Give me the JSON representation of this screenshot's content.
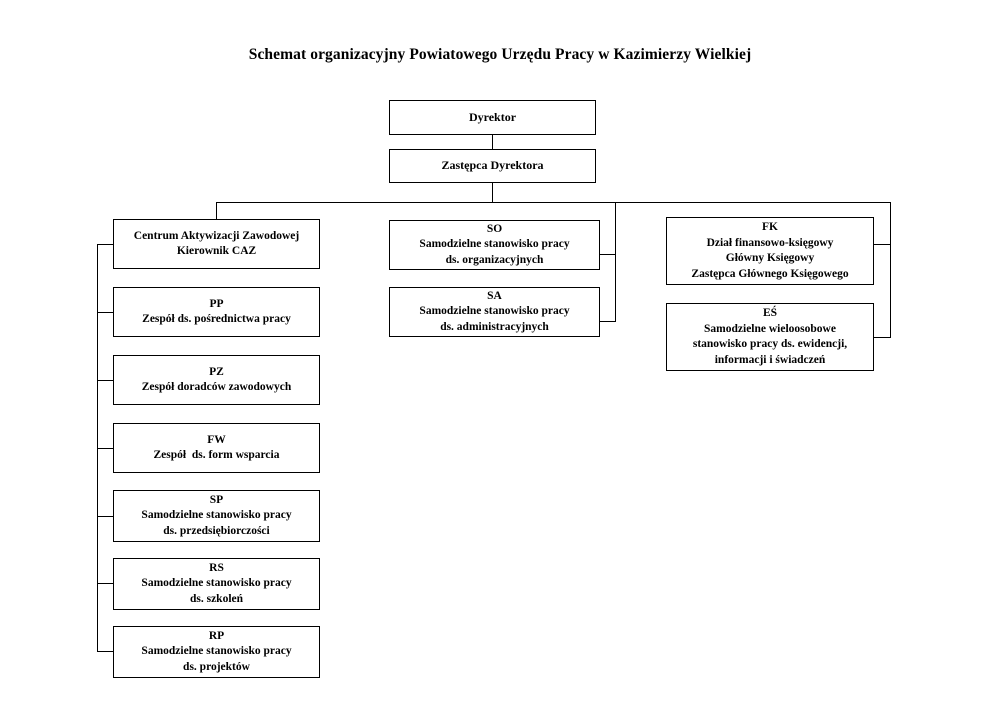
{
  "chart_data": {
    "type": "diagram",
    "diagram_kind": "organizational-chart",
    "title": "Schemat organizacyjny Powiatowego Urzędu Pracy w Kazimierzy Wielkiej",
    "orientation": "top-down",
    "colors": {
      "background": "#ffffff",
      "box_border": "#000000",
      "connector": "#000000",
      "text": "#000000"
    },
    "nodes": [
      {
        "id": "dyrektor",
        "code": "",
        "lines": [
          "Dyrektor"
        ],
        "level": 0,
        "column": "center"
      },
      {
        "id": "zastepca",
        "code": "",
        "lines": [
          "Zastępca Dyrektora"
        ],
        "level": 1,
        "column": "center"
      },
      {
        "id": "caz",
        "code": "",
        "lines": [
          "Centrum Aktywizacji Zawodowej",
          "Kierownik CAZ"
        ],
        "level": 2,
        "column": "left"
      },
      {
        "id": "pp",
        "code": "PP",
        "lines": [
          "PP",
          "Zespół ds. pośrednictwa pracy"
        ],
        "level": 3,
        "column": "left"
      },
      {
        "id": "pz",
        "code": "PZ",
        "lines": [
          "PZ",
          "Zespół doradców zawodowych"
        ],
        "level": 3,
        "column": "left"
      },
      {
        "id": "fw",
        "code": "FW",
        "lines": [
          "FW",
          "Zespół  ds. form wsparcia"
        ],
        "level": 3,
        "column": "left"
      },
      {
        "id": "sp",
        "code": "SP",
        "lines": [
          "SP",
          "Samodzielne stanowisko pracy",
          "ds. przedsiębiorczości"
        ],
        "level": 3,
        "column": "left"
      },
      {
        "id": "rs",
        "code": "RS",
        "lines": [
          "RS",
          "Samodzielne stanowisko pracy",
          "ds. szkoleń"
        ],
        "level": 3,
        "column": "left"
      },
      {
        "id": "rp",
        "code": "RP",
        "lines": [
          "RP",
          "Samodzielne stanowisko pracy",
          "ds. projektów"
        ],
        "level": 3,
        "column": "left"
      },
      {
        "id": "so",
        "code": "SO",
        "lines": [
          "SO",
          "Samodzielne stanowisko pracy",
          "ds. organizacyjnych"
        ],
        "level": 2,
        "column": "middle"
      },
      {
        "id": "sa",
        "code": "SA",
        "lines": [
          "SA",
          "Samodzielne stanowisko pracy",
          "ds. administracyjnych"
        ],
        "level": 2,
        "column": "middle"
      },
      {
        "id": "fk",
        "code": "FK",
        "lines": [
          "FK",
          "Dział finansowo-księgowy",
          "Główny Księgowy",
          "Zastępca Głównego Księgowego"
        ],
        "level": 2,
        "column": "right"
      },
      {
        "id": "es",
        "code": "EŚ",
        "lines": [
          "EŚ",
          "Samodzielne wieloosobowe",
          "stanowisko pracy ds. ewidencji,",
          "informacji i świadczeń"
        ],
        "level": 2,
        "column": "right"
      }
    ],
    "edges": [
      {
        "from": "dyrektor",
        "to": "zastepca"
      },
      {
        "from": "zastepca",
        "to": "caz"
      },
      {
        "from": "zastepca",
        "to": "so"
      },
      {
        "from": "zastepca",
        "to": "sa"
      },
      {
        "from": "zastepca",
        "to": "fk"
      },
      {
        "from": "zastepca",
        "to": "es"
      },
      {
        "from": "caz",
        "to": "pp"
      },
      {
        "from": "caz",
        "to": "pz"
      },
      {
        "from": "caz",
        "to": "fw"
      },
      {
        "from": "caz",
        "to": "sp"
      },
      {
        "from": "caz",
        "to": "rs"
      },
      {
        "from": "caz",
        "to": "rp"
      }
    ]
  },
  "title": "Schemat organizacyjny Powiatowego Urzędu Pracy w Kazimierzy Wielkiej",
  "boxes": {
    "dyrektor": {
      "l1": "Dyrektor"
    },
    "zastepca": {
      "l1": "Zastępca Dyrektora"
    },
    "caz": {
      "l1": "Centrum Aktywizacji Zawodowej",
      "l2": "Kierownik CAZ"
    },
    "pp": {
      "l1": "PP",
      "l2": "Zespół ds. pośrednictwa pracy"
    },
    "pz": {
      "l1": "PZ",
      "l2": "Zespół doradców zawodowych"
    },
    "fw": {
      "l1": "FW",
      "l2": "Zespół  ds. form wsparcia"
    },
    "sp": {
      "l1": "SP",
      "l2": "Samodzielne stanowisko pracy",
      "l3": "ds. przedsiębiorczości"
    },
    "rs": {
      "l1": "RS",
      "l2": "Samodzielne stanowisko pracy",
      "l3": "ds. szkoleń"
    },
    "rp": {
      "l1": "RP",
      "l2": "Samodzielne stanowisko pracy",
      "l3": "ds. projektów"
    },
    "so": {
      "l1": "SO",
      "l2": "Samodzielne stanowisko pracy",
      "l3": "ds. organizacyjnych"
    },
    "sa": {
      "l1": "SA",
      "l2": "Samodzielne stanowisko pracy",
      "l3": "ds. administracyjnych"
    },
    "fk": {
      "l1": "FK",
      "l2": "Dział finansowo-księgowy",
      "l3": "Główny Księgowy",
      "l4": "Zastępca Głównego Księgowego"
    },
    "es": {
      "l1": "EŚ",
      "l2": "Samodzielne wieloosobowe",
      "l3": "stanowisko pracy ds. ewidencji,",
      "l4": "informacji i świadczeń"
    }
  }
}
